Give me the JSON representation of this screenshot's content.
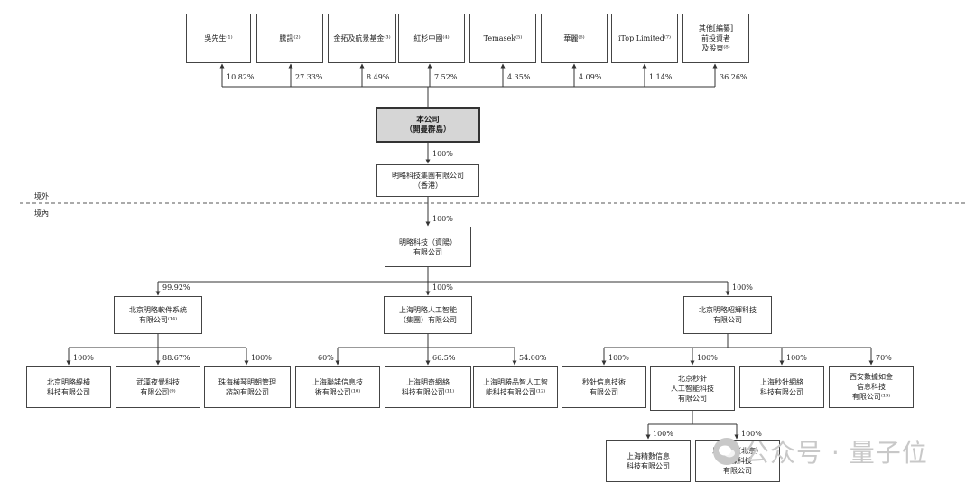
{
  "shareholders": [
    {
      "id": "wu",
      "label": "吳先生⁽¹⁾",
      "pct": "10.82%"
    },
    {
      "id": "tencent",
      "label": "騰訊⁽²⁾",
      "pct": "27.33%"
    },
    {
      "id": "jintuo",
      "label": "金拓及航景基金⁽³⁾",
      "pct": "8.49%"
    },
    {
      "id": "sequoia",
      "label": "紅杉中國⁽⁴⁾",
      "pct": "7.52%"
    },
    {
      "id": "temasek",
      "label": "Temasek⁽⁵⁾",
      "pct": "4.35%"
    },
    {
      "id": "huali",
      "label": "華麗⁽⁶⁾",
      "pct": "4.09%"
    },
    {
      "id": "itop",
      "label": "iTop Limited⁽⁷⁾",
      "pct": "1.14%"
    },
    {
      "id": "others",
      "label": "其他[編纂]\n前投資者\n及股東⁽⁸⁾",
      "pct": "36.26%"
    }
  ],
  "company": {
    "label": "本公司\n（開曼群島）"
  },
  "hk": {
    "label": "明略科技集團有限公司\n（香港）",
    "pct": "100%"
  },
  "sections": {
    "offshore": "境外",
    "onshore": "境內"
  },
  "ziyang": {
    "label": "明略科技（資陽）\n有限公司",
    "pct": "100%"
  },
  "level2": [
    {
      "id": "bj-software",
      "label": "北京明略軟件系統\n有限公司⁽¹⁴⁾",
      "pct": "99.92%"
    },
    {
      "id": "sh-ai",
      "label": "上海明略人工智能\n（集團）有限公司",
      "pct": "100%"
    },
    {
      "id": "bj-zhaohui",
      "label": "北京明略昭輝科技\n有限公司",
      "pct": "100%"
    }
  ],
  "level3": [
    {
      "id": "bj-tiheng",
      "label": "北京明略緹橫\n科技有限公司",
      "pct": "100%"
    },
    {
      "id": "wh-yejue",
      "label": "武漢夜覺科技\n有限公司⁽⁹⁾",
      "pct": "88.67%"
    },
    {
      "id": "zh-hengqin",
      "label": "珠海橫琴明朝管理\n諮詢有限公司",
      "pct": "100%"
    },
    {
      "id": "sh-lianhe",
      "label": "上海聯諾信息技\n術有限公司⁽¹⁰⁾",
      "pct": "60%"
    },
    {
      "id": "sh-mingqi",
      "label": "上海明奇網絡\n科技有限公司⁽¹¹⁾",
      "pct": "66.5%"
    },
    {
      "id": "sh-shengpin",
      "label": "上海明勝品智人工智\n能科技有限公司⁽¹²⁾",
      "pct": "54.00%"
    },
    {
      "id": "miaozhen-info",
      "label": "秒針信息技術\n有限公司",
      "pct": "100%"
    },
    {
      "id": "bj-miaozhen",
      "label": "北京秒針\n人工智能科技\n有限公司",
      "pct": "100%"
    },
    {
      "id": "sh-miaozhen",
      "label": "上海秒針網絡\n科技有限公司",
      "pct": "100%"
    },
    {
      "id": "xa-shujia",
      "label": "西安數據如金\n信息科技\n有限公司⁽¹³⁾",
      "pct": "70%"
    }
  ],
  "level4": [
    {
      "id": "sh-jingshu",
      "label": "上海精數信息\n科技有限公司",
      "pct": "100%"
    },
    {
      "id": "miao-bj",
      "label": "思悅科（北京）\n數據科技\n有限公司",
      "pct": "100%"
    }
  ],
  "watermark": {
    "text": "公众号 · 量子位"
  },
  "colors": {
    "main_fill": "#d6d6d6",
    "line": "#333333"
  }
}
